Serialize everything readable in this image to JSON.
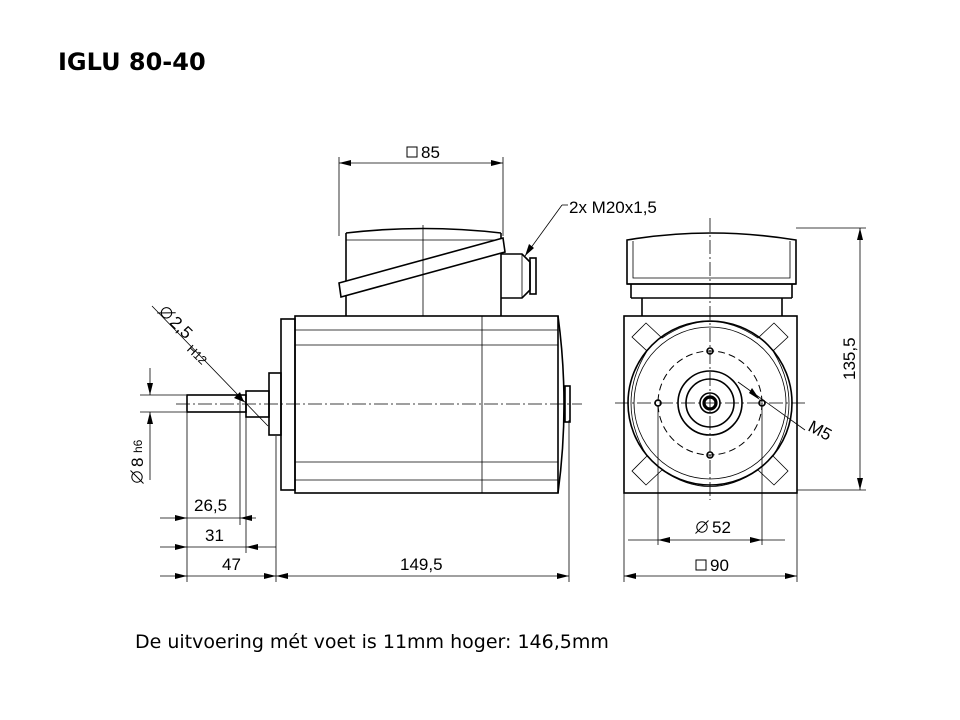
{
  "title": "IGLU 80-40",
  "note": "De uitvoering mét voet is 11mm hoger: 146,5mm",
  "dimensions": {
    "top_width": "85",
    "cable_gland": "2x M20x1,5",
    "bore_diameter": "2,5",
    "bore_tolerance": "H12",
    "shaft_diameter": "8",
    "shaft_tolerance": "h6",
    "len_26_5": "26,5",
    "len_31": "31",
    "len_47": "47",
    "body_length": "149,5",
    "pitch_circle": "52",
    "thread": "M5",
    "flange_size": "90",
    "height": "135,5"
  }
}
